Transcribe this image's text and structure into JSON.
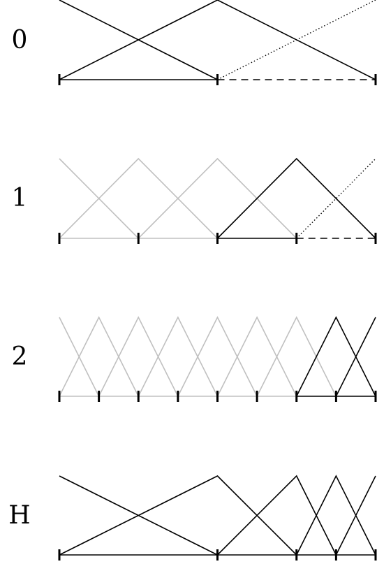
{
  "colors": {
    "active": "#000000",
    "inactive": "#c0c0c0",
    "background": "#ffffff"
  },
  "levels": [
    {
      "label": "0",
      "cells": 2,
      "ticks": [
        0,
        2,
        4
      ],
      "functions": [
        {
          "type": "desc",
          "start": 0,
          "end": 2,
          "style": "active"
        },
        {
          "type": "hat",
          "start": 0,
          "peak": 2,
          "end": 4,
          "style": "active"
        },
        {
          "type": "asc",
          "start": 2,
          "end": 4,
          "style": "dotted"
        }
      ],
      "baselines": [
        {
          "from": 0,
          "to": 2,
          "style": "active"
        },
        {
          "from": 2,
          "to": 4,
          "style": "dashed"
        }
      ]
    },
    {
      "label": "1",
      "cells": 4,
      "ticks": [
        0,
        1,
        2,
        3,
        4
      ],
      "functions": [
        {
          "type": "desc",
          "start": 0,
          "end": 1,
          "style": "inactive"
        },
        {
          "type": "hat",
          "start": 0,
          "peak": 1,
          "end": 2,
          "style": "inactive"
        },
        {
          "type": "hat",
          "start": 1,
          "peak": 2,
          "end": 3,
          "style": "inactive"
        },
        {
          "type": "hat",
          "start": 2,
          "peak": 3,
          "end": 4,
          "style": "active"
        },
        {
          "type": "asc",
          "start": 3,
          "end": 4,
          "style": "dotted"
        }
      ],
      "baselines": [
        {
          "from": 0,
          "to": 2,
          "style": "inactive"
        },
        {
          "from": 2,
          "to": 3,
          "style": "active"
        },
        {
          "from": 3,
          "to": 4,
          "style": "dashed"
        }
      ]
    },
    {
      "label": "2",
      "cells": 8,
      "ticks": [
        0,
        0.5,
        1,
        1.5,
        2,
        2.5,
        3,
        3.5,
        4
      ],
      "functions": [
        {
          "type": "desc",
          "start": 0,
          "end": 0.5,
          "style": "inactive"
        },
        {
          "type": "hat",
          "start": 0,
          "peak": 0.5,
          "end": 1,
          "style": "inactive"
        },
        {
          "type": "hat",
          "start": 0.5,
          "peak": 1,
          "end": 1.5,
          "style": "inactive"
        },
        {
          "type": "hat",
          "start": 1,
          "peak": 1.5,
          "end": 2,
          "style": "inactive"
        },
        {
          "type": "hat",
          "start": 1.5,
          "peak": 2,
          "end": 2.5,
          "style": "inactive"
        },
        {
          "type": "hat",
          "start": 2,
          "peak": 2.5,
          "end": 3,
          "style": "inactive"
        },
        {
          "type": "hat",
          "start": 2.5,
          "peak": 3,
          "end": 3.5,
          "style": "inactive"
        },
        {
          "type": "hat",
          "start": 3,
          "peak": 3.5,
          "end": 4,
          "style": "active"
        },
        {
          "type": "asc",
          "start": 3.5,
          "end": 4,
          "style": "active"
        }
      ],
      "baselines": [
        {
          "from": 0,
          "to": 3,
          "style": "inactive"
        },
        {
          "from": 3,
          "to": 4,
          "style": "active"
        }
      ]
    },
    {
      "label": "H",
      "cells": 4,
      "ticks": [
        0,
        2,
        3,
        3.5,
        4
      ],
      "functions": [
        {
          "type": "desc",
          "start": 0,
          "end": 2,
          "style": "active"
        },
        {
          "type": "hat",
          "start": 0,
          "peak": 2,
          "end": 3,
          "style": "active"
        },
        {
          "type": "hat",
          "start": 2,
          "peak": 3,
          "end": 3.5,
          "style": "active"
        },
        {
          "type": "hat",
          "start": 3,
          "peak": 3.5,
          "end": 4,
          "style": "active"
        },
        {
          "type": "asc",
          "start": 3.5,
          "end": 4,
          "style": "active"
        }
      ],
      "baselines": [
        {
          "from": 0,
          "to": 4,
          "style": "active"
        }
      ]
    }
  ]
}
